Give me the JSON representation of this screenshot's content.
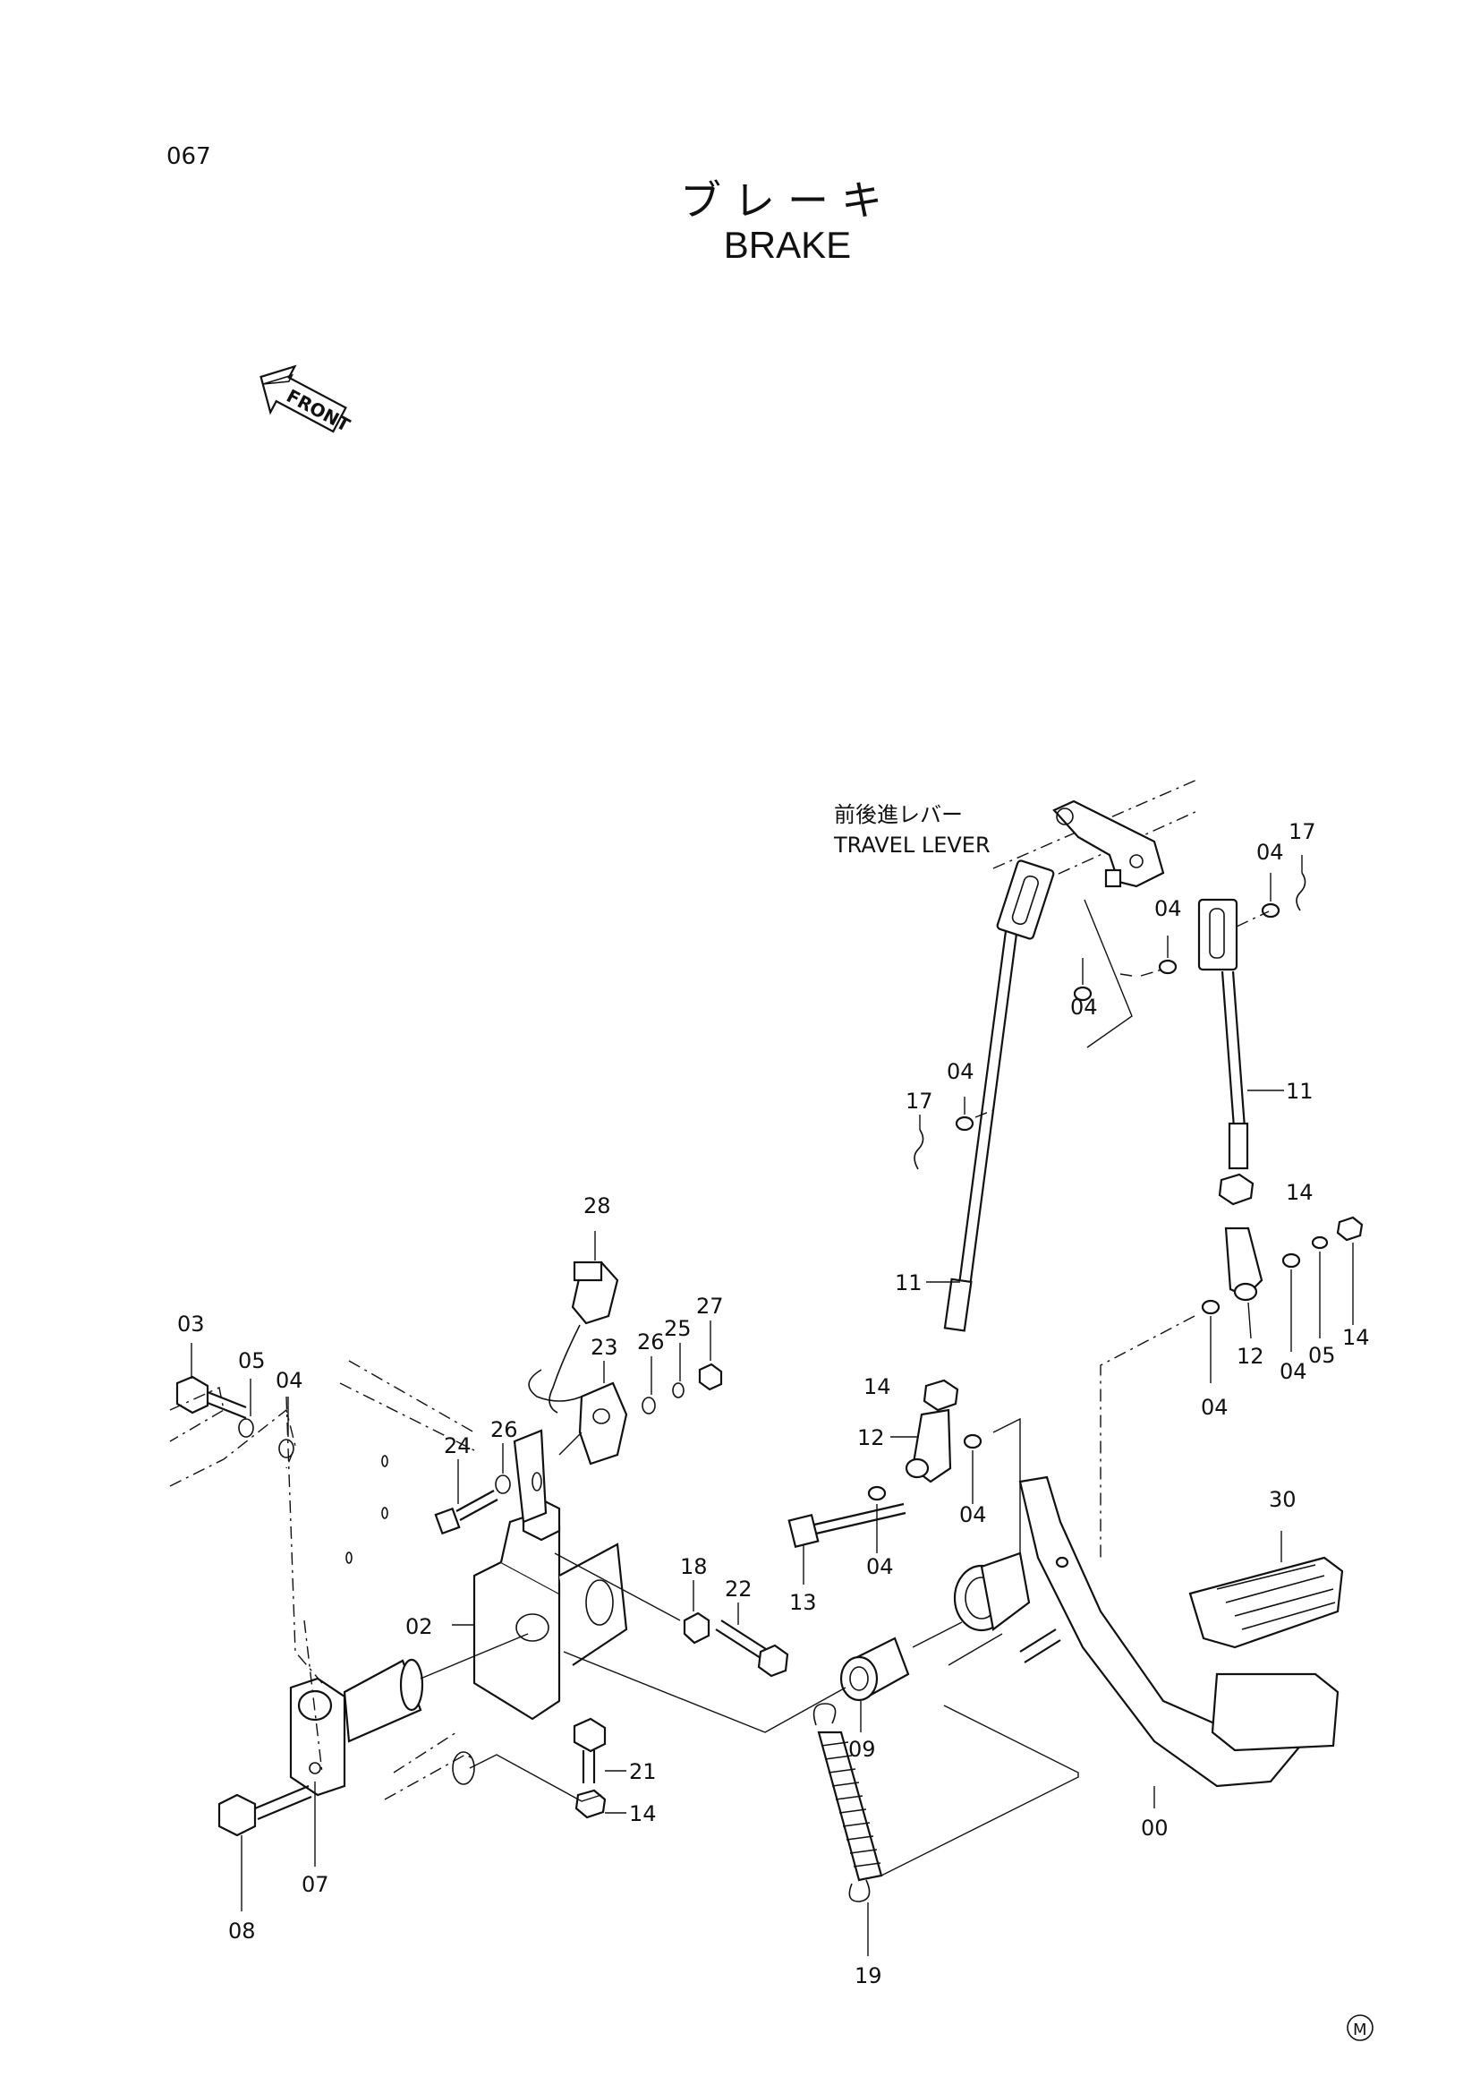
{
  "header": {
    "page_number": "067",
    "title_japanese": "ブレーキ",
    "title_english": "BRAKE"
  },
  "front_marker": {
    "text": "FRONT",
    "icon": "front-arrow-icon"
  },
  "annotations": {
    "travel_lever_japanese": "前後進レバー",
    "travel_lever_english": "TRAVEL LEVER"
  },
  "part_labels": [
    "00",
    "02",
    "03",
    "04",
    "05",
    "07",
    "08",
    "09",
    "11",
    "12",
    "13",
    "14",
    "17",
    "18",
    "19",
    "21",
    "22",
    "23",
    "24",
    "25",
    "26",
    "27",
    "28",
    "30"
  ],
  "callouts": {
    "c00": "00",
    "c02": "02",
    "c03": "03",
    "c04a": "04",
    "c05a": "05",
    "c07": "07",
    "c08": "08",
    "c09": "09",
    "c11a": "11",
    "c11b": "11",
    "c12a": "12",
    "c12b": "12",
    "c13": "13",
    "c14a": "14",
    "c14b": "14",
    "c14c": "14",
    "c14d": "14",
    "c17a": "17",
    "c17b": "17",
    "c18": "18",
    "c19": "19",
    "c21": "21",
    "c22": "22",
    "c23": "23",
    "c24": "24",
    "c25": "25",
    "c26a": "26",
    "c26b": "26",
    "c27": "27",
    "c28": "28",
    "c30": "30",
    "c04b": "04",
    "c04c": "04",
    "c04d": "04",
    "c04e": "04",
    "c04f": "04",
    "c04g": "04",
    "c04h": "04",
    "c04i": "04",
    "c05b": "05"
  },
  "footer": {
    "mark": "M"
  }
}
